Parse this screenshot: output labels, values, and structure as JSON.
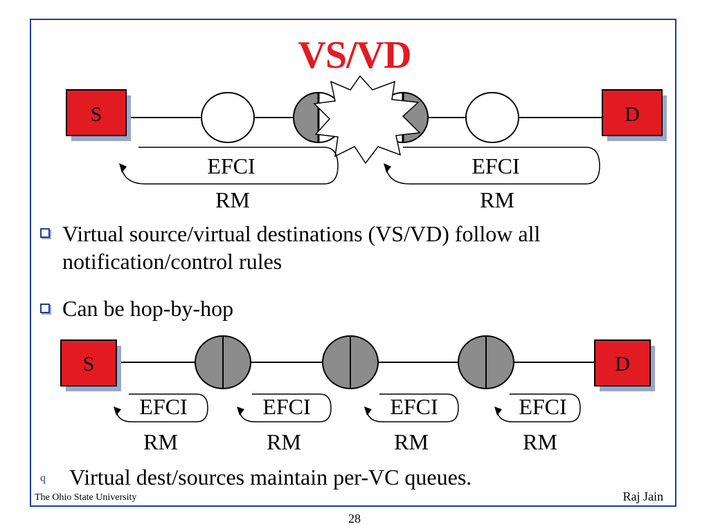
{
  "slide": {
    "title": "VS/VD",
    "bullets": [
      "Virtual source/virtual destinations (VS/VD)  follow all notification/control rules",
      "Can be hop-by-hop"
    ],
    "bottom_bullet_marker": "q",
    "bottom_bullet": "Virtual dest/sources maintain per-VC queues.",
    "footer_left": "The Ohio State University",
    "footer_right": "Raj Jain",
    "page_number": "28"
  },
  "diagram_top": {
    "source_label": "S",
    "dest_label": "D",
    "loops": [
      {
        "top": "EFCI",
        "bottom": "RM"
      },
      {
        "top": "EFCI",
        "bottom": "RM"
      }
    ]
  },
  "diagram_bottom": {
    "source_label": "S",
    "dest_label": "D",
    "loops": [
      {
        "top": "EFCI",
        "bottom": "RM"
      },
      {
        "top": "EFCI",
        "bottom": "RM"
      },
      {
        "top": "EFCI",
        "bottom": "RM"
      },
      {
        "top": "EFCI",
        "bottom": "RM"
      }
    ]
  },
  "colors": {
    "accent_red": "#e21b23",
    "frame_blue": "#1c3f9c",
    "switch_gray": "#8c8c8c"
  }
}
